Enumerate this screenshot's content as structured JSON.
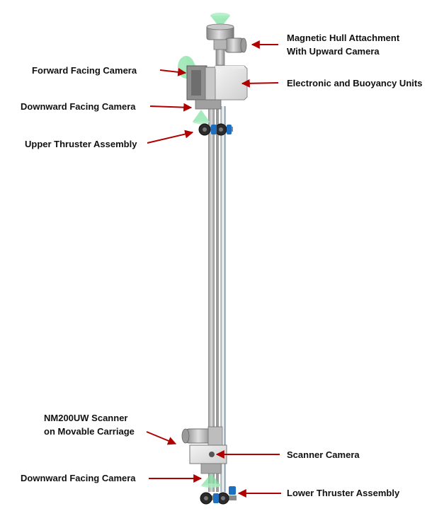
{
  "labels": {
    "magnetic_hull": [
      "Magnetic Hull Attachment",
      "With Upward Camera"
    ],
    "forward_camera": "Forward Facing Camera",
    "electronic_units": "Electronic and Buoyancy Units",
    "downward_camera_upper": "Downward Facing Camera",
    "upper_thruster": "Upper Thruster Assembly",
    "scanner": [
      "NM200UW Scanner",
      "on Movable Carriage"
    ],
    "scanner_camera": "Scanner Camera",
    "downward_camera_lower": "Downward Facing Camera",
    "lower_thruster": "Lower Thruster Assembly"
  },
  "colors": {
    "arrow": "#b00000",
    "camera_cone": "#7fe0a0",
    "thruster_blue": "#1f6fc0",
    "metal_light": "#d8d8d8",
    "metal_mid": "#a8a8a8",
    "metal_dark": "#6e6e6e"
  }
}
